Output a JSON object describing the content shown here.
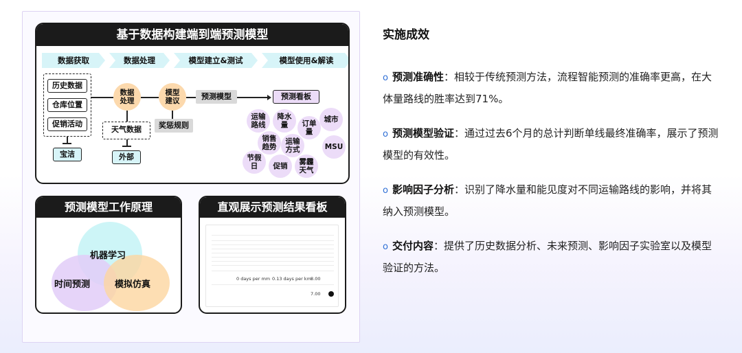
{
  "diagram": {
    "main_title": "基于数据构建端到端预测模型",
    "stages": [
      "数据获取",
      "数据处理",
      "模型建立&测试",
      "模型使用&解读"
    ],
    "sources": [
      "历史数据",
      "仓库位置",
      "促销活动"
    ],
    "source_client": "宝洁",
    "process_circle": "数据\n处理",
    "weather": "天气数据",
    "external": "外部",
    "model_suggest": "模型\n建议",
    "reward_rules": "奖惩规则",
    "predict_model": "预测模型",
    "predict_board": "预测看板",
    "factors": [
      "运输\n路线",
      "降水\n量",
      "订单\n量",
      "城市",
      "销售\n趋势",
      "运输\n方式",
      "MSU",
      "节假\n日",
      "促销",
      "雾霾\n天气"
    ]
  },
  "principle": {
    "title": "预测模型工作原理",
    "circles": [
      "机器学习",
      "时间预测",
      "模拟仿真"
    ]
  },
  "board": {
    "title": "直观展示预测结果看板",
    "metric1": "0 days per mm",
    "metric2": "0.13 days per km",
    "metric3": "8.00",
    "metric4": "7.00"
  },
  "right": {
    "heading": "实施成效",
    "items": [
      {
        "label": "预测准确性",
        "text": "：相较于传统预测方法，流程智能预测的准确率更高，在大体量路线的胜率达到71%。"
      },
      {
        "label": "预测模型验证",
        "text": "：通过过去6个月的总计判断单线最终准确率，展示了预测模型的有效性。"
      },
      {
        "label": "影响因子分析",
        "text": "：识别了降水量和能见度对不同运输路线的影响，并将其纳入预测模型。"
      },
      {
        "label": "交付内容",
        "text": "：提供了历史数据分析、未来预测、影响因子实验室以及模型验证的方法。"
      }
    ]
  },
  "colors": {
    "accent": "#2f6fd6",
    "cyan": "#d7f4f8",
    "orange": "#fcd9ad",
    "purple": "#ecdcf8"
  }
}
